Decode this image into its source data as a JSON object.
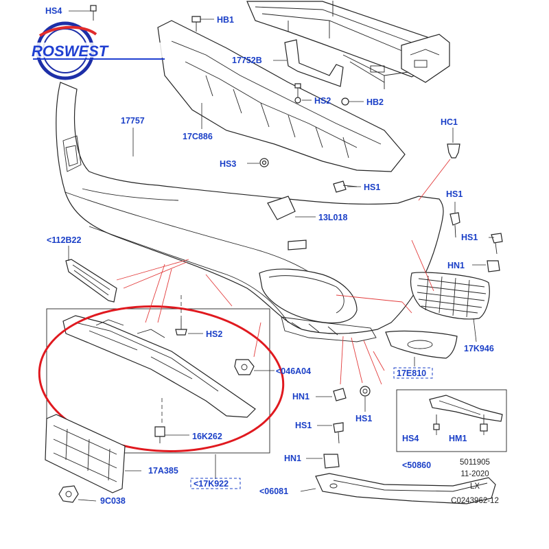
{
  "brand": {
    "logo_text": "ROSWEST",
    "logo_color": "#1f3fd1",
    "ring_color": "#1d2fa8",
    "swoosh_color": "#e12b2b"
  },
  "colors": {
    "callout": "#1a3fc7",
    "highlight_ellipse": "#e0191f",
    "red_leader": "#e23a3a"
  },
  "callouts": {
    "hs4_top": "HS4",
    "hb1": "HB1",
    "c17752b": "17752B",
    "hs2_top": "HS2",
    "hb2": "HB2",
    "c17757": "17757",
    "c17c886": "17C886",
    "hc1": "HC1",
    "hs3": "HS3",
    "hs1_mid": "HS1",
    "hs1_right": "HS1",
    "c13l018": "13L018",
    "c112b22": "<112B22",
    "hs1_side": "HS1",
    "hn1_side": "HN1",
    "hs2_mid": "HS2",
    "c17k946": "17K946",
    "c046a04": "<046A04",
    "c17e810": "17E810",
    "hn1_low": "HN1",
    "hs1_low": "HS1",
    "c16k262": "16K262",
    "hs1_bottom": "HS1",
    "hs4_box": "HS4",
    "hm1": "HM1",
    "c50860": "<50860",
    "c17a385": "17A385",
    "hn1_bottom": "HN1",
    "c17k922": "<17K922",
    "c06081": "<06081",
    "c9c038": "9C038"
  },
  "meta": {
    "line1": "5011905",
    "line2": "11-2020",
    "line3": "LX",
    "line4": "C0243962-12"
  }
}
